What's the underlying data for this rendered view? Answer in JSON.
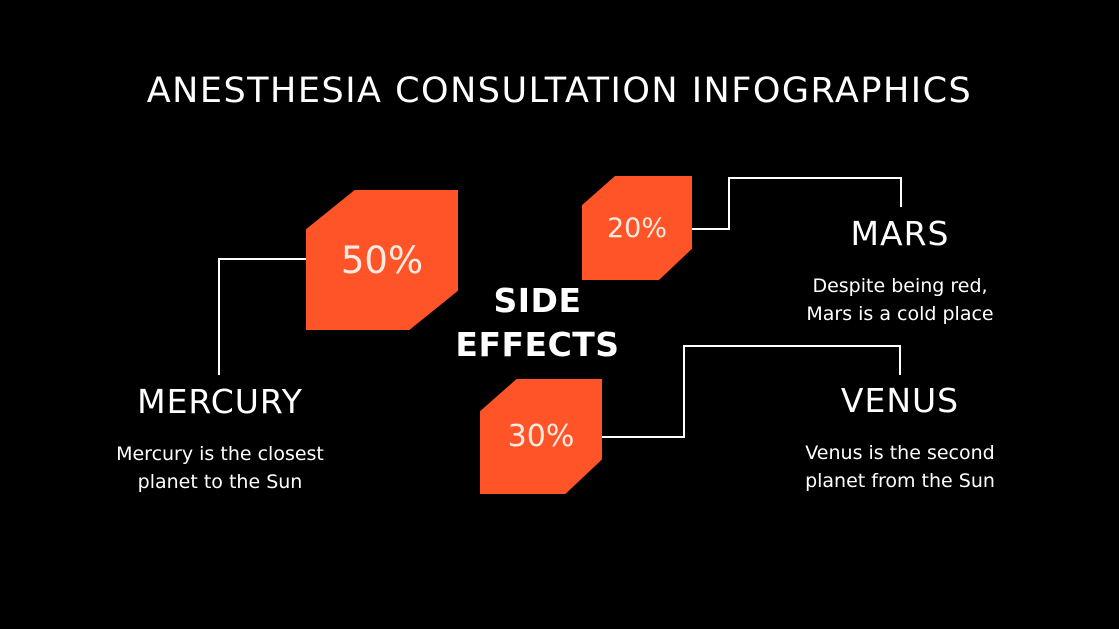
{
  "title": "ANESTHESIA CONSULTATION INFOGRAPHICS",
  "center": {
    "line1": "SIDE",
    "line2": "EFFECTS"
  },
  "colors": {
    "background": "#000000",
    "accent": "#ff5427",
    "text": "#ffffff",
    "line": "#ffffff"
  },
  "items": [
    {
      "percent": "50%",
      "name": "MERCURY",
      "desc_line1": "Mercury is the closest",
      "desc_line2": "planet to the Sun"
    },
    {
      "percent": "20%",
      "name": "MARS",
      "desc_line1": "Despite being red,",
      "desc_line2": "Mars is a cold place"
    },
    {
      "percent": "30%",
      "name": "VENUS",
      "desc_line1": "Venus is the second",
      "desc_line2": "planet from the Sun"
    }
  ]
}
